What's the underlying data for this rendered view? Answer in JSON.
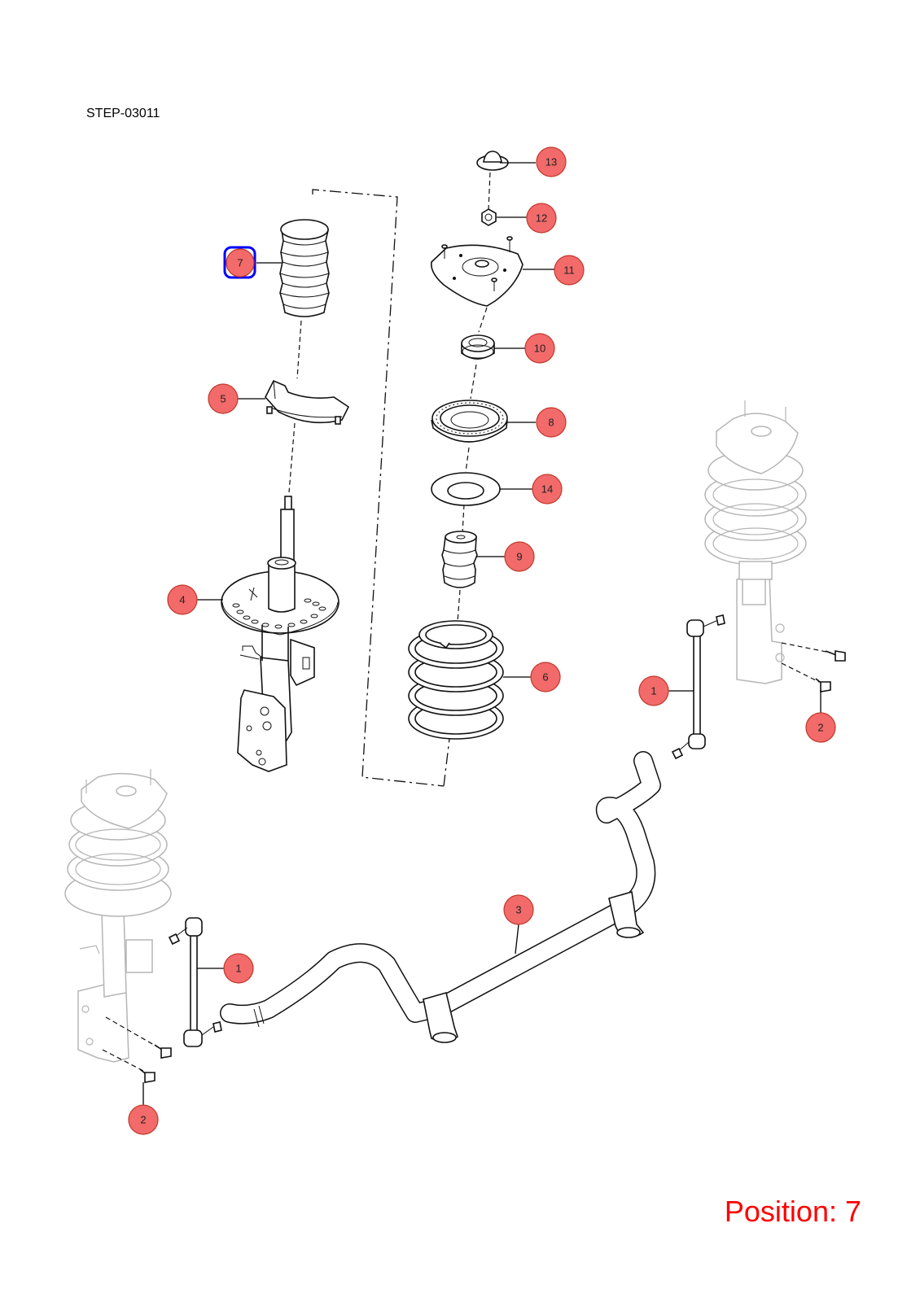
{
  "diagram": {
    "reference": "STEP-03011",
    "position_label": "Position: 7",
    "selected_part": "7",
    "colors": {
      "callout_fill": "#f26a6a",
      "callout_stroke": "#c0392b",
      "selection": "#0000ff",
      "position_text": "#ff0000",
      "ghost_parts": "#b5b5b5"
    },
    "callouts": [
      "13",
      "12",
      "11",
      "10",
      "8",
      "14",
      "9",
      "6",
      "7",
      "5",
      "4",
      "1",
      "1",
      "2",
      "2",
      "3"
    ]
  }
}
